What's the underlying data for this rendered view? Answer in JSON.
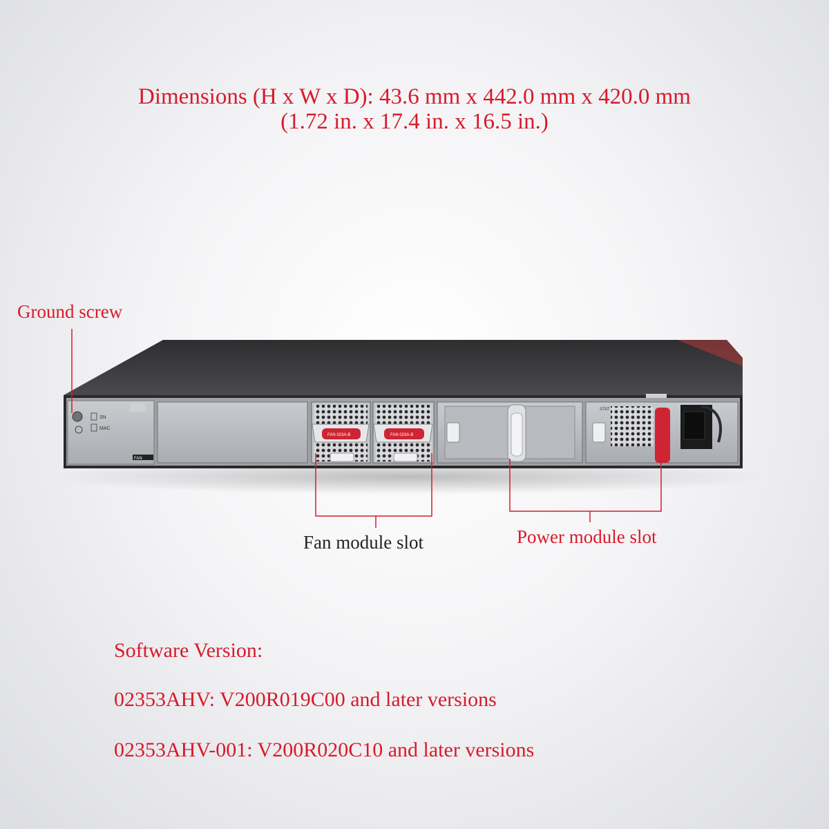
{
  "dimensions": {
    "line1": "Dimensions (H x W x D): 43.6 mm x 442.0 mm x 420.0 mm",
    "line2": "(1.72 in. x 17.4 in. x 16.5 in.)"
  },
  "callouts": {
    "ground_screw": "Ground screw",
    "fan_slot": "Fan module slot",
    "power_slot": "Power module slot"
  },
  "device_labels": {
    "sn": "SN",
    "mac": "MAC",
    "fan_tag": "FAN",
    "fan_module_1": "FAN 023A-B",
    "fan_module_2": "FAN 023A-B",
    "stat": "STAT"
  },
  "software": {
    "heading": "Software Version:",
    "line1": "02353AHV: V200R019C00 and later versions",
    "line2": "02353AHV-001: V200R020C10 and later versions"
  },
  "colors": {
    "accent_red": "#d81a2a",
    "chassis_top": "#3a3a3c",
    "panel_silver": "#b9bcc1"
  }
}
